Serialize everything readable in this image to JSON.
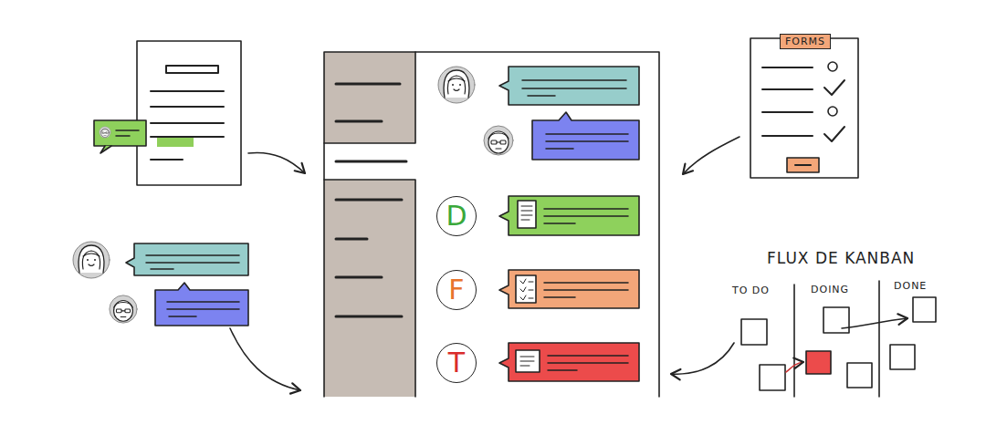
{
  "diagram": {
    "nodes": [
      {
        "text": [
          "FORMS"
        ]
      },
      {
        "text": [
          "D"
        ]
      },
      {
        "text": [
          "F"
        ]
      },
      {
        "text": [
          "T"
        ]
      }
    ],
    "labels": [
      "FLUX DE KANBAN",
      "TO DO",
      "DOING",
      "DONE"
    ]
  }
}
